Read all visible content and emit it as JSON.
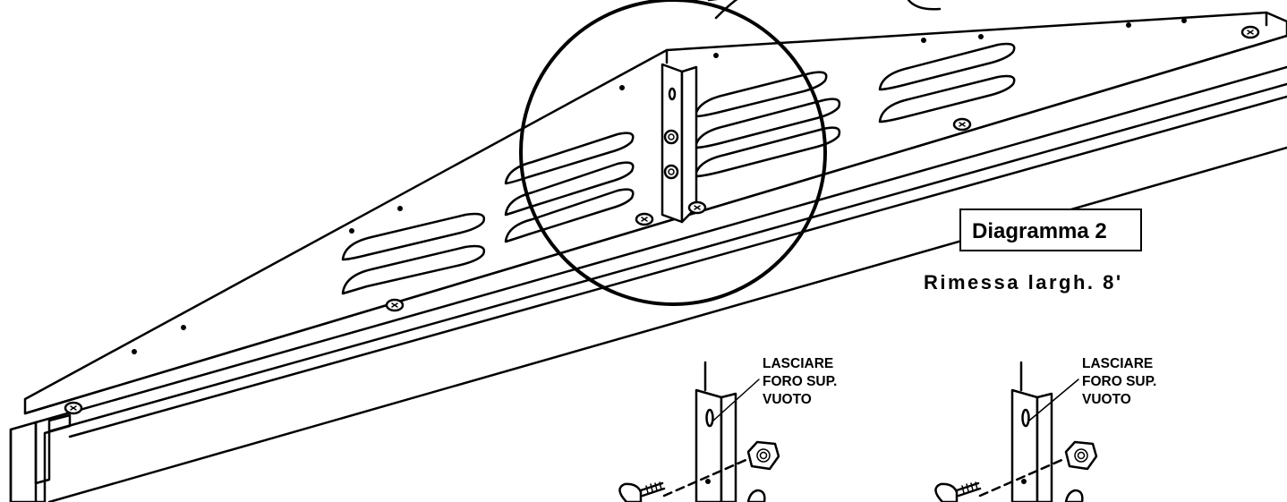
{
  "diagram": {
    "title": "Diagramma 2",
    "subtitle": "Rimessa largh. 8'",
    "callouts": [
      {
        "lines": [
          "LASCIARE",
          "FORO SUP.",
          "VUOTO"
        ]
      },
      {
        "lines": [
          "LASCIARE",
          "FORO SUP.",
          "VUOTO"
        ]
      }
    ]
  }
}
